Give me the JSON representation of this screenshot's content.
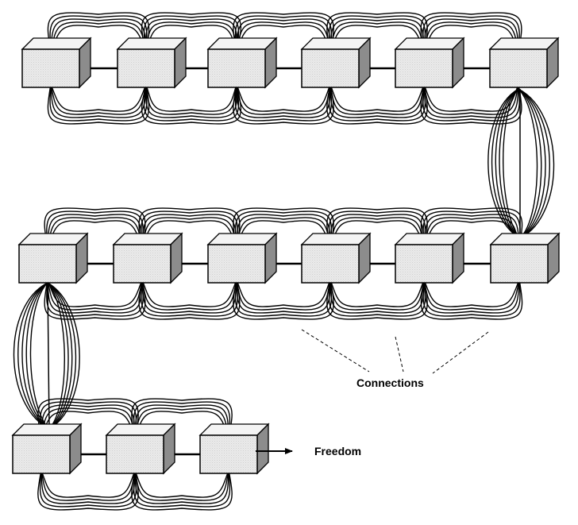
{
  "labels": {
    "connections": "Connections",
    "freedom": "Freedom"
  },
  "colors": {
    "stroke": "#000000",
    "box_front": "#ebebeb",
    "box_top": "#f4f4f4",
    "box_side": "#8c8c8c",
    "background": "#ffffff"
  },
  "rows": [
    {
      "boxes": 6
    },
    {
      "boxes": 6
    },
    {
      "boxes": 3
    }
  ],
  "loops_per_connection": 5
}
